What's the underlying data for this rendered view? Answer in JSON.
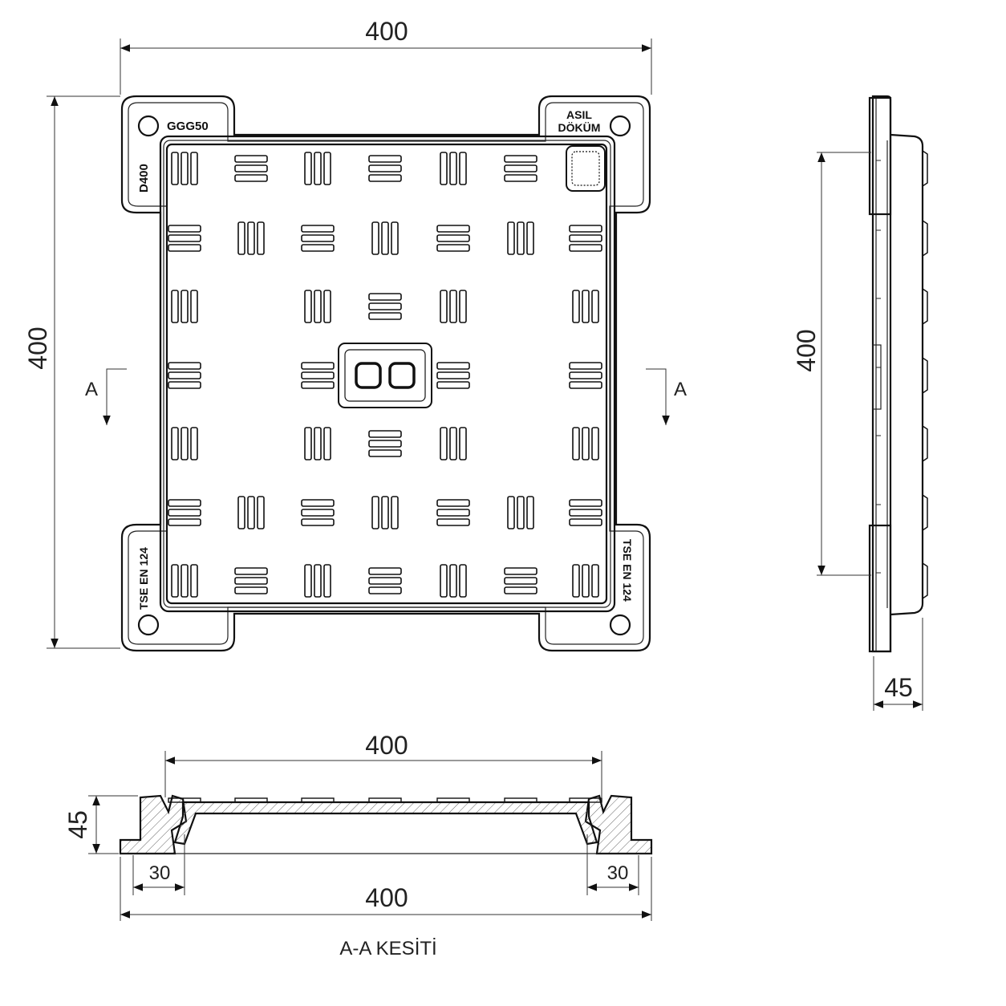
{
  "dimensions": {
    "plan_width": "400",
    "plan_height": "400",
    "side_height": "400",
    "side_thickness": "45",
    "section_top_width": "400",
    "section_height": "45",
    "section_left_flange": "30",
    "section_right_flange": "30",
    "section_bottom_width": "400"
  },
  "markings": {
    "material": "GGG50",
    "load_class": "D400",
    "maker_line1": "ASIL",
    "maker_line2": "DÖKÜM",
    "standard_left": "TSE EN 124",
    "standard_right": "TSE EN 124"
  },
  "section_marks": {
    "left": "A",
    "right": "A"
  },
  "section_title": "A-A KESİTİ",
  "pattern_grid": [
    [
      "v",
      "h",
      "v",
      "h",
      "v",
      "h",
      "box"
    ],
    [
      "h",
      "v",
      "h",
      "v",
      "h",
      "v",
      "h"
    ],
    [
      "v",
      "",
      "v",
      "h",
      "v",
      "",
      "v"
    ],
    [
      "h",
      "",
      "h",
      "center",
      "h",
      "",
      "h"
    ],
    [
      "v",
      "",
      "v",
      "h",
      "v",
      "",
      "v"
    ],
    [
      "h",
      "v",
      "h",
      "v",
      "h",
      "v",
      "h"
    ],
    [
      "v",
      "h",
      "v",
      "h",
      "v",
      "h",
      "v"
    ]
  ]
}
